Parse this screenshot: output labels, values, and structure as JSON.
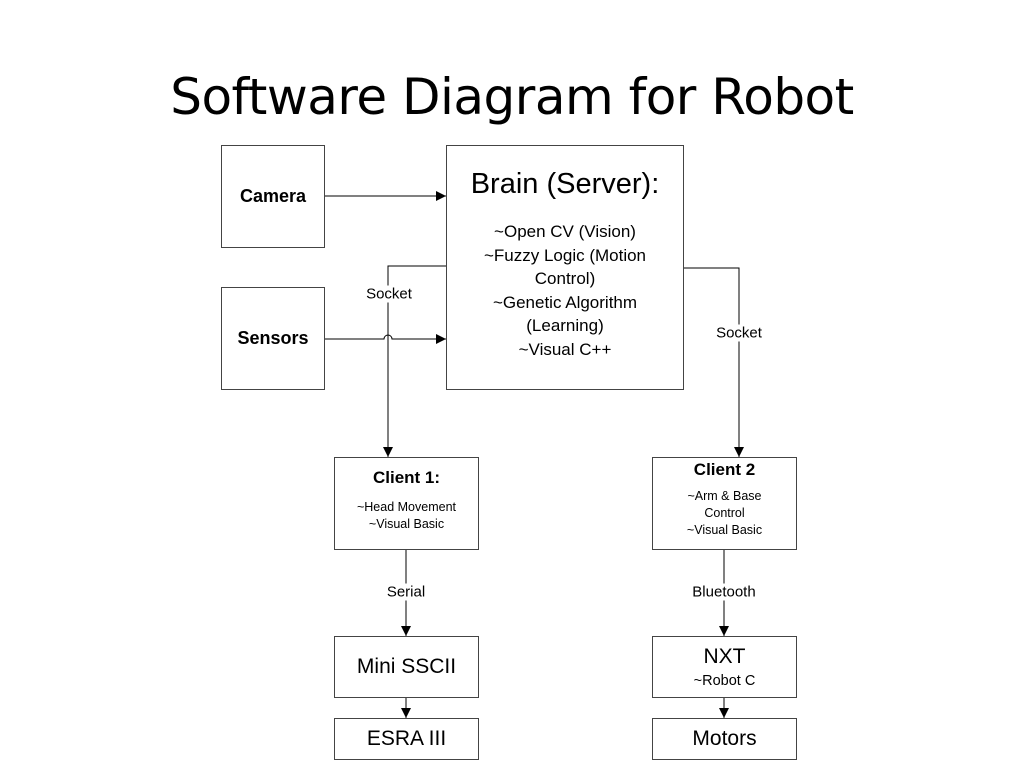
{
  "slide": {
    "title": "Software Diagram for Robot"
  },
  "nodes": {
    "camera": {
      "label": "Camera"
    },
    "sensors": {
      "label": "Sensors"
    },
    "brain": {
      "title": "Brain (Server):",
      "items": [
        "~Open CV (Vision)",
        "~Fuzzy Logic (Motion",
        "Control)",
        "~Genetic Algorithm",
        "(Learning)",
        "~Visual C++"
      ]
    },
    "client1": {
      "title": "Client 1:",
      "items": [
        "~Head Movement",
        "~Visual Basic"
      ]
    },
    "client2": {
      "title": "Client 2",
      "items": [
        "~Arm & Base",
        "Control",
        "~Visual Basic"
      ]
    },
    "mini_sscii": {
      "label": "Mini SSCII"
    },
    "esra": {
      "label": "ESRA III"
    },
    "nxt": {
      "title": "NXT",
      "subtitle": "~Robot C"
    },
    "motors": {
      "label": "Motors"
    }
  },
  "connections": {
    "socket_left": "Socket",
    "socket_right": "Socket",
    "serial": "Serial",
    "bluetooth": "Bluetooth"
  }
}
